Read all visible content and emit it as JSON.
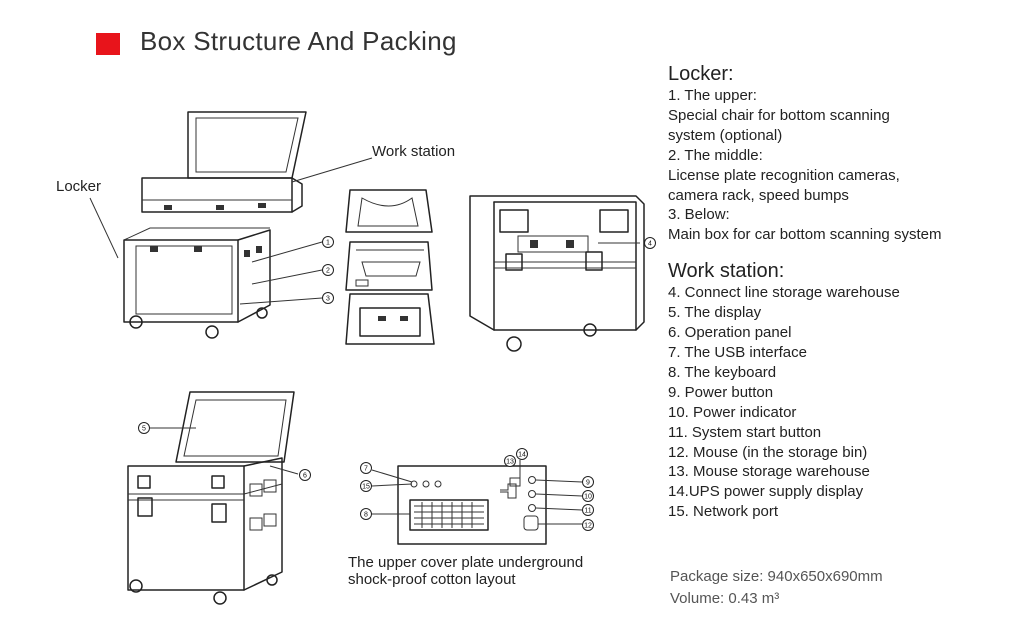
{
  "title": "Box Structure And Packing",
  "callouts": {
    "work_station": "Work station",
    "locker": "Locker"
  },
  "caption": {
    "line1": "The upper cover plate underground",
    "line2": "shock-proof cotton layout"
  },
  "markers": [
    "1",
    "2",
    "3",
    "4",
    "5",
    "6",
    "7",
    "8",
    "9",
    "10",
    "11",
    "12",
    "13",
    "14",
    "15"
  ],
  "legend": {
    "locker_heading": "Locker:",
    "locker_items": [
      "1. The upper:",
      "Special chair for bottom scanning",
      "system (optional)",
      "2. The middle:",
      "License plate recognition cameras,",
      "camera rack, speed bumps",
      "3. Below:",
      "Main box for car bottom scanning system"
    ],
    "work_heading": "Work station:",
    "work_items": [
      "4. Connect line storage warehouse",
      "5. The display",
      "6. Operation panel",
      "7. The USB interface",
      "8. The keyboard",
      "9. Power button",
      "10. Power indicator",
      "11. System start button",
      "12. Mouse (in the storage bin)",
      "13. Mouse storage warehouse",
      "14.UPS power supply display",
      "15. Network port"
    ]
  },
  "package": {
    "size": "Package size: 940x650x690mm",
    "volume": "Volume: 0.43 m³"
  }
}
